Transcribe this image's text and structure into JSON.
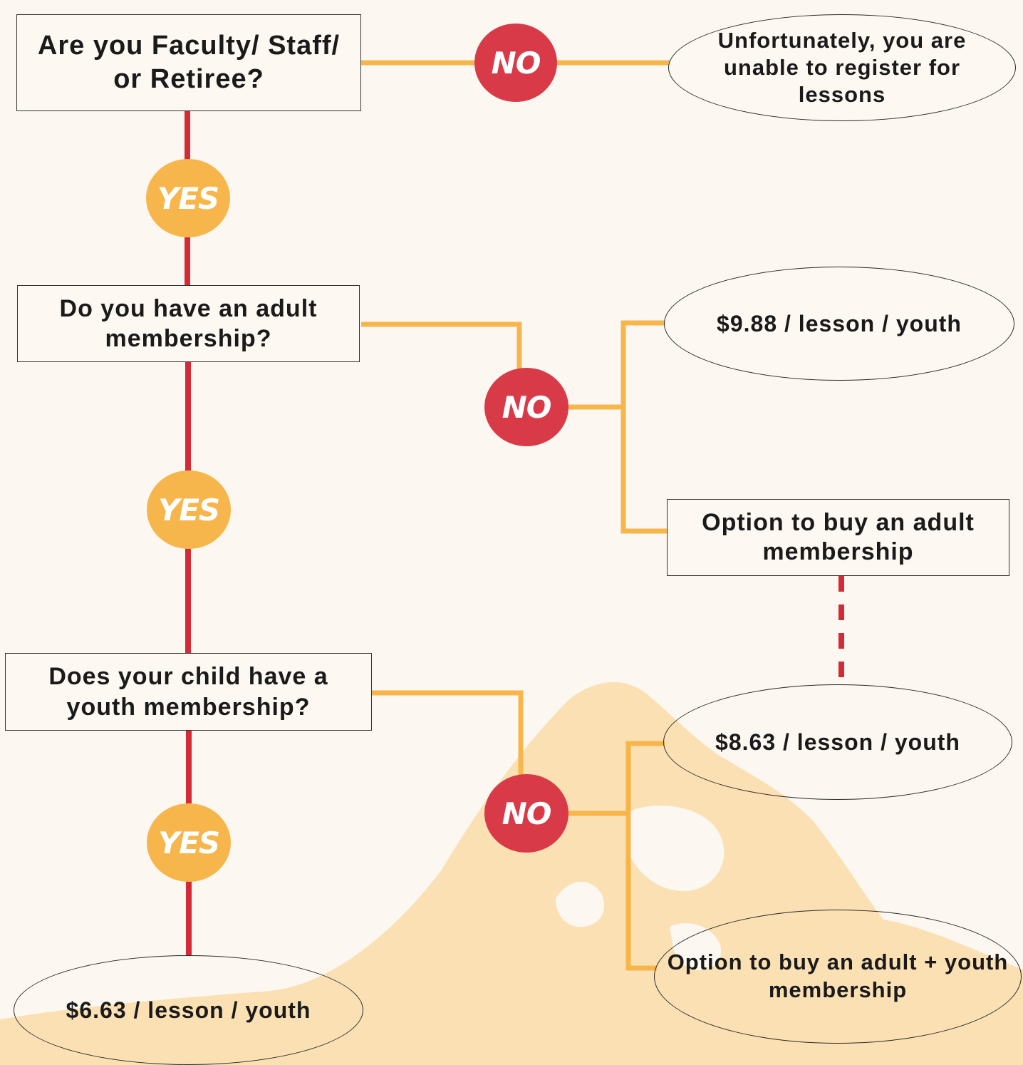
{
  "colors": {
    "red": "#d83a48",
    "red_line": "#d42a35",
    "yellow": "#f7b64c",
    "background": "#fcf8f1",
    "swimmer": "#fbe0b4"
  },
  "decoration": "swimmer-silhouette",
  "questions": {
    "q1": "Are you Faculty/ Staff/ or Retiree?",
    "q2": "Do you have an adult membership?",
    "q3": "Does your child have a youth membership?"
  },
  "labels": {
    "no": "NO",
    "yes": "YES"
  },
  "outcomes": {
    "unable": "Unfortunately, you are unable to register for lessons",
    "price_988": "$9.88 / lesson / youth",
    "buy_adult": "Option to buy an adult membership",
    "price_863": "$8.63 / lesson / youth",
    "buy_adult_youth": "Option to buy an adult + youth membership",
    "price_663": "$6.63 / lesson / youth"
  }
}
